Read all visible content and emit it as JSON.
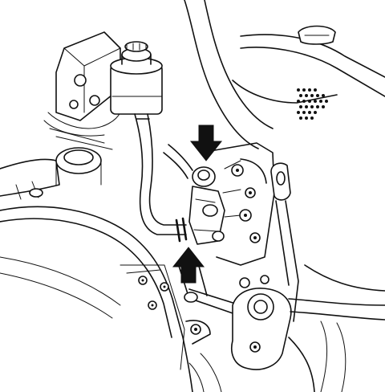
{
  "figure": {
    "kind": "technical-line-drawing",
    "subject": "engine-bay-hose-connection",
    "colors": {
      "line": "#111111",
      "background": "#ffffff",
      "arrow": "#111111"
    }
  },
  "callouts": [
    {
      "id": "upper",
      "icon": "arrow-down-icon",
      "direction": "down"
    },
    {
      "id": "lower",
      "icon": "arrow-up-icon",
      "direction": "up"
    }
  ]
}
